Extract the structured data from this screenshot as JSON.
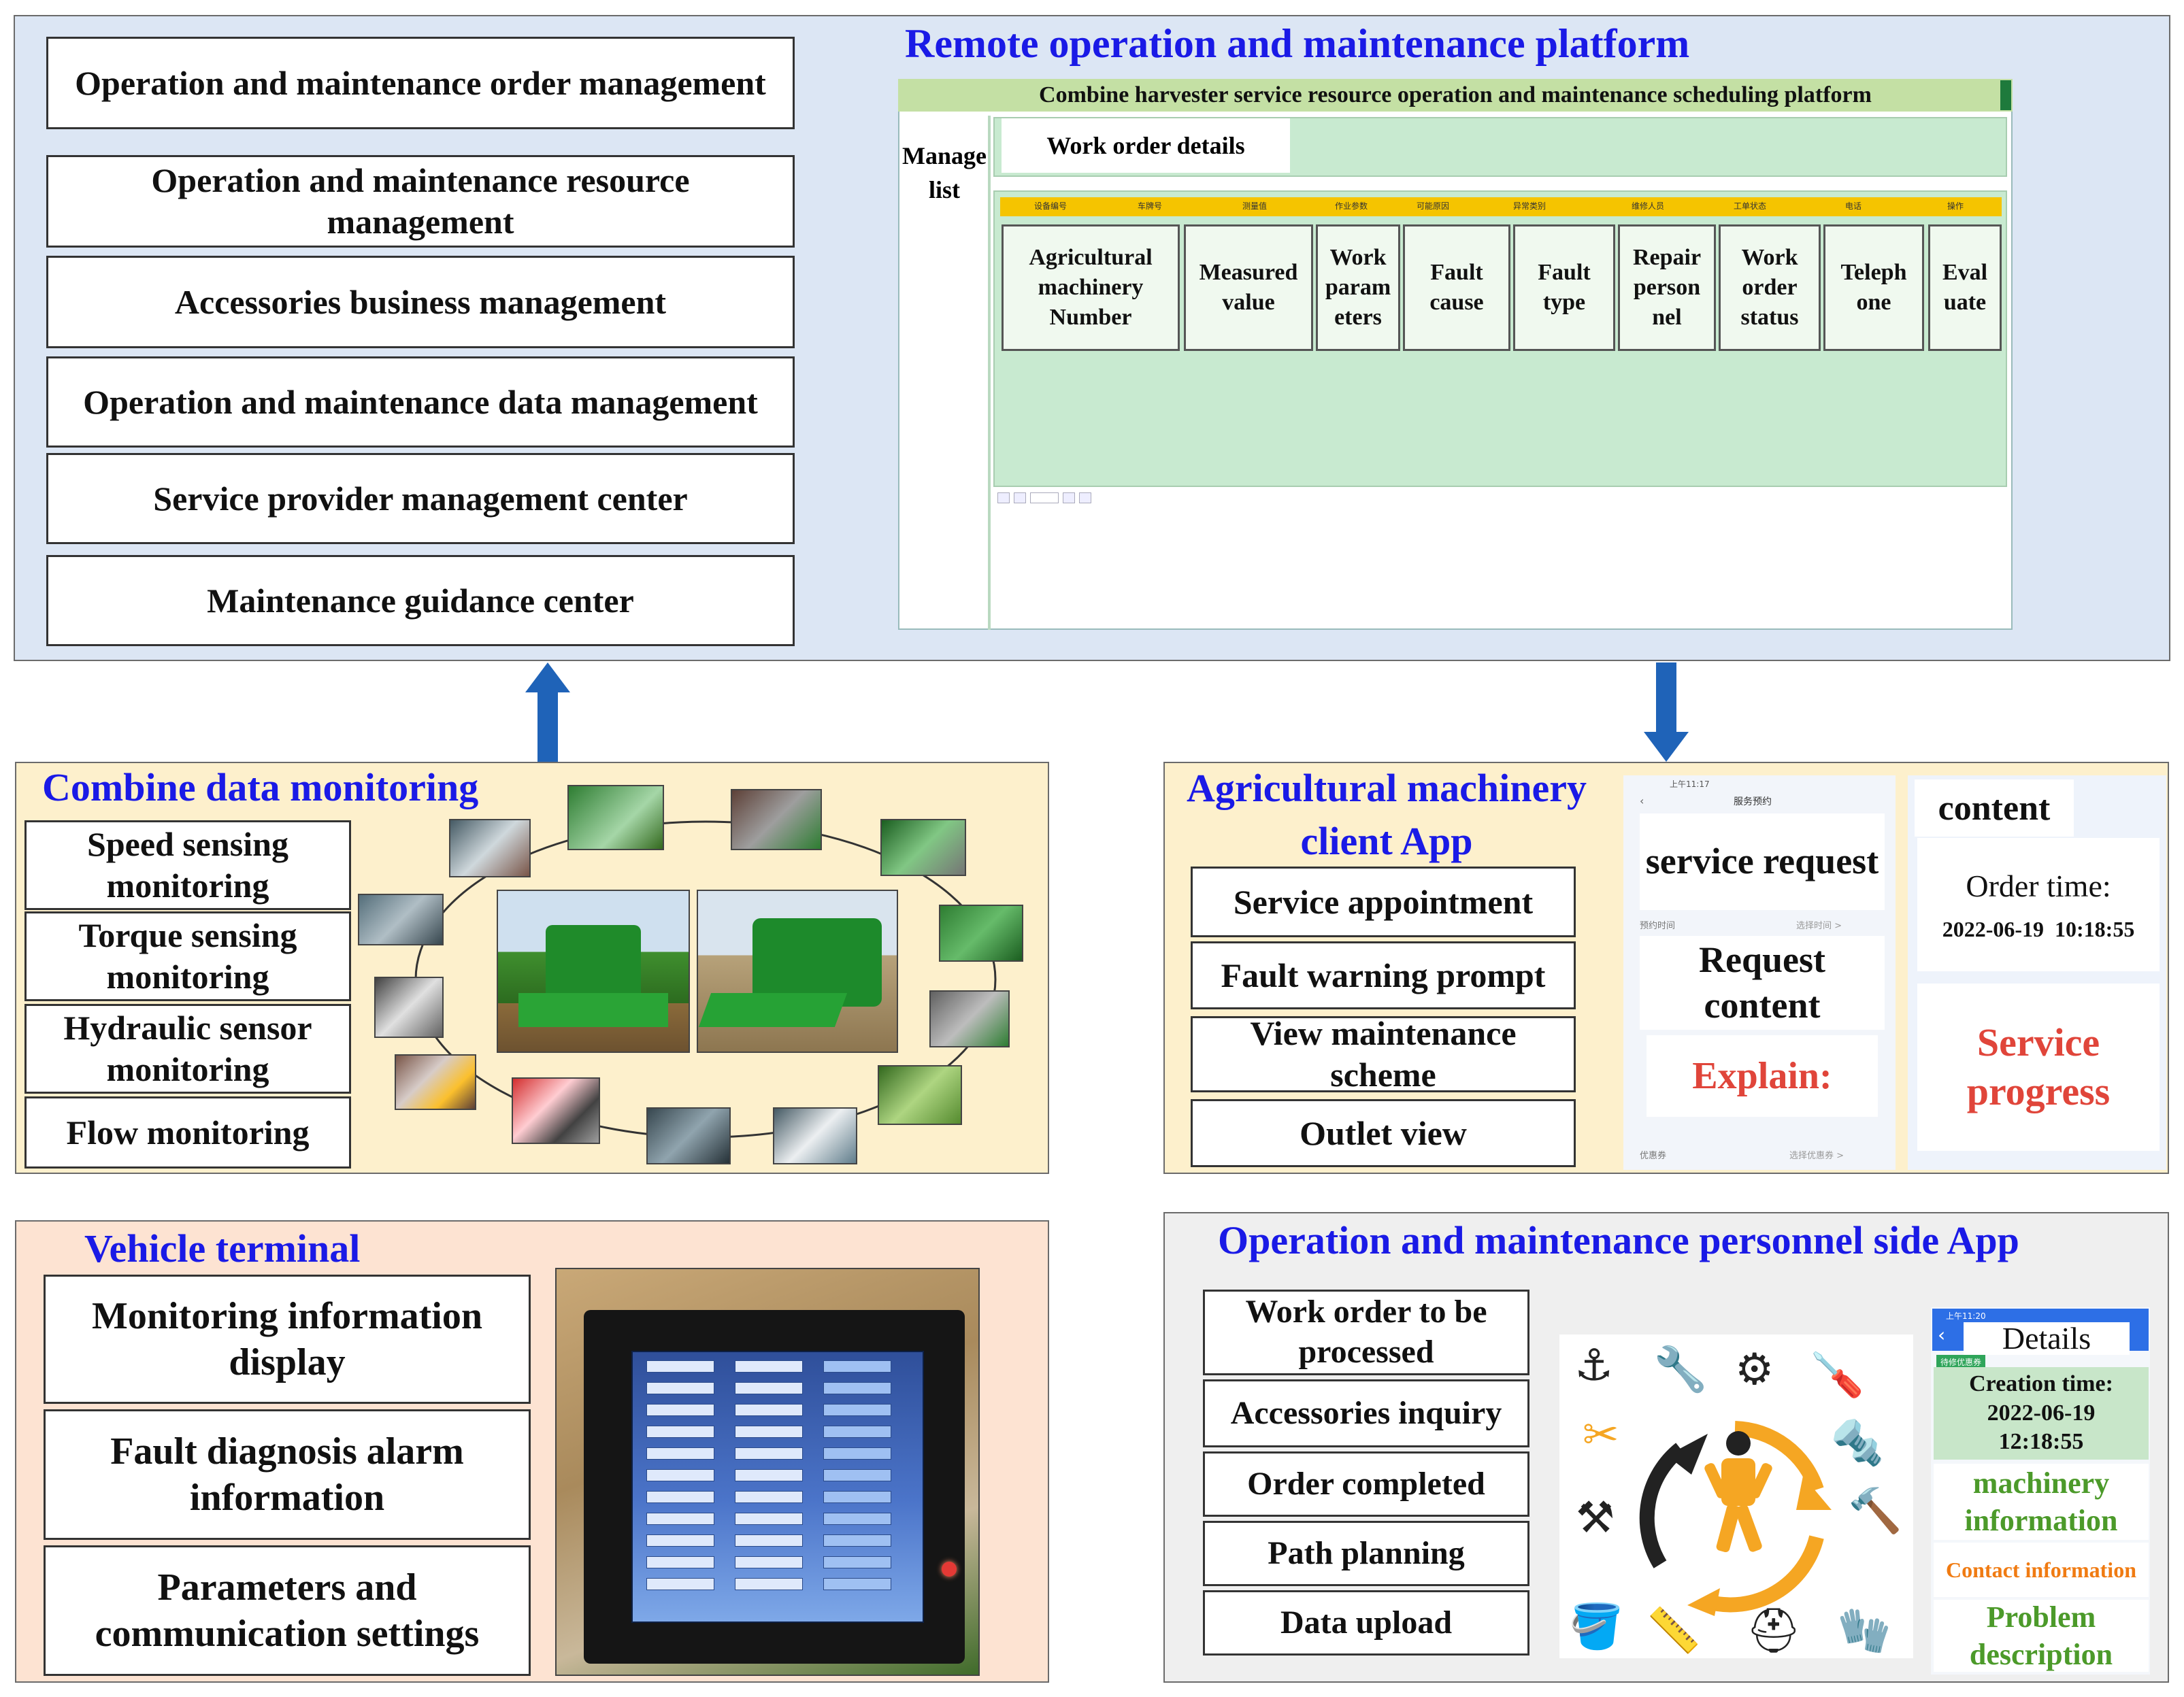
{
  "platform": {
    "title": "Remote operation and maintenance platform",
    "menu": [
      "Operation and maintenance order management",
      "Operation and maintenance resource management",
      "Accessories business management",
      "Operation and maintenance data management",
      "Service provider management center",
      "Maintenance guidance center"
    ],
    "screen": {
      "banner": "Combine harvester service resource operation and maintenance scheduling platform",
      "side_label": "Manage list",
      "tab": "Work order details",
      "small_headers": [
        "设备编号",
        "车牌号",
        "测量值",
        "作业参数",
        "可能原因",
        "异常类别",
        "维修人员",
        "工单状态",
        "电话",
        "操作"
      ],
      "columns": [
        "Agricultural machinery Number",
        "Measured value",
        "Work param eters",
        "Fault cause",
        "Fault type",
        "Repair person nel",
        "Work order status",
        "Teleph one",
        "Eval uate"
      ]
    }
  },
  "monitoring": {
    "title": "Combine data monitoring",
    "items": [
      "Speed sensing monitoring",
      "Torque sensing monitoring",
      "Hydraulic sensor monitoring",
      "Flow monitoring"
    ]
  },
  "vehicle": {
    "title": "Vehicle terminal",
    "items": [
      "Monitoring information display",
      "Fault diagnosis alarm information",
      "Parameters and communication settings"
    ]
  },
  "client_app": {
    "title": "Agricultural machinery client App",
    "items": [
      "Service appointment",
      "Fault warning prompt",
      "View maintenance scheme",
      "Outlet view"
    ],
    "phone1": {
      "status": "上午11:17",
      "screen_title": "服务预约",
      "service_request": "service request",
      "row_label": "预约时间",
      "row_value": "选择时间 >",
      "request_content": "Request content",
      "explain": "Explain:",
      "coupon_label": "优惠券",
      "coupon_value": "选择优惠券 >"
    },
    "phone2": {
      "content": "content",
      "order_time_label": "Order time:",
      "order_time_value": "2022-06-19  10:18:55",
      "service_progress": "Service progress"
    }
  },
  "personnel_app": {
    "title": "Operation and maintenance personnel side App",
    "items": [
      "Work order to be processed",
      "Accessories inquiry",
      "Order completed",
      "Path planning",
      "Data upload"
    ],
    "phone": {
      "status": "上午11:20",
      "details": "Details",
      "badge": "待修优惠券",
      "creation_label": "Creation time:",
      "creation_date": "2022-06-19",
      "creation_time": "12:18:55",
      "machinery": "machinery information",
      "contact": "Contact information",
      "problem": "Problem description"
    }
  },
  "colors": {
    "platform_bg": "#dce6f4",
    "monitoring_bg": "#fdf0cc",
    "vehicle_bg": "#fde3d2",
    "client_bg": "#fdf0cc",
    "personnel_bg": "#efefef",
    "title_blue": "#1a1ae6",
    "arrow_blue": "#1f63b8",
    "accent_orange": "#f5a623",
    "table_green": "#c8ead0"
  }
}
